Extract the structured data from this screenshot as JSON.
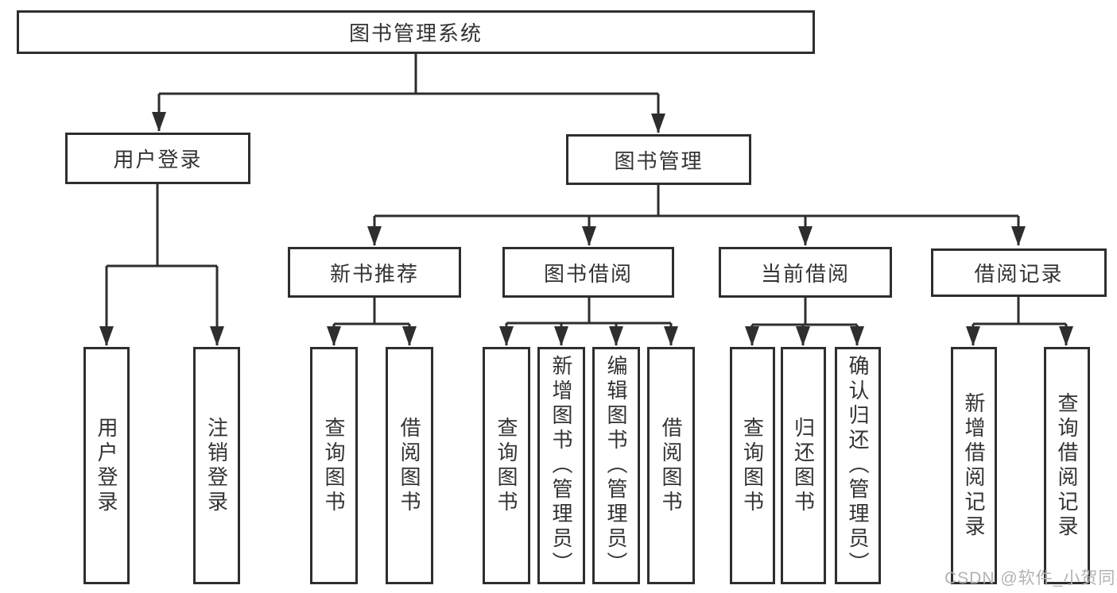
{
  "diagram_title": "图书管理系统",
  "tree": {
    "root": {
      "label": "图书管理系统"
    },
    "children": [
      {
        "label": "用户登录",
        "children": [
          {
            "label": "用户登录"
          },
          {
            "label": "注销登录"
          }
        ]
      },
      {
        "label": "图书管理",
        "children": [
          {
            "label": "新书推荐",
            "children": [
              {
                "label": "查询图书"
              },
              {
                "label": "借阅图书"
              }
            ]
          },
          {
            "label": "图书借阅",
            "children": [
              {
                "label": "查询图书"
              },
              {
                "label": "新增图书（管理员）"
              },
              {
                "label": "编辑图书（管理员）"
              },
              {
                "label": "借阅图书"
              }
            ]
          },
          {
            "label": "当前借阅",
            "children": [
              {
                "label": "查询图书"
              },
              {
                "label": "归还图书"
              },
              {
                "label": "确认归还（管理员）"
              }
            ]
          },
          {
            "label": "借阅记录",
            "children": [
              {
                "label": "新增借阅记录"
              },
              {
                "label": "查询借阅记录"
              }
            ]
          }
        ]
      }
    ]
  },
  "watermark": {
    "text": "CSDN @软件_小贺同学"
  },
  "colors": {
    "line": "#2e2e2e",
    "text": "#333333",
    "background": "#ffffff",
    "watermark": "#b2b2b2"
  }
}
